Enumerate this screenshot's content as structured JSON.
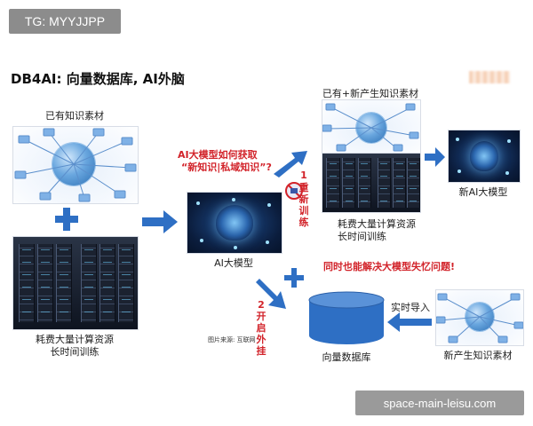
{
  "watermarks": {
    "top": "TG: MYYJJPP",
    "bottom": "space-main-leisu.com"
  },
  "title": "DB4AI: 向量数据库, AI外脑",
  "left": {
    "top_label": "已有知识素材",
    "bottom_label_line1": "耗费大量计算资源",
    "bottom_label_line2": "长时间训练"
  },
  "center": {
    "question_line1": "AI大模型如何获取",
    "question_line2": "“新知识|私域知识”?",
    "model_label": "AI大模型",
    "image_source": "图片来源: 互联网"
  },
  "branch1": {
    "number": "1",
    "chars": [
      "重",
      "新",
      "训",
      "练"
    ],
    "top_label": "已有+新产生知识素材",
    "servers_line1": "耗费大量计算资源",
    "servers_line2": "长时间训练",
    "result_label": "新AI大模型"
  },
  "branch2": {
    "number": "2",
    "chars": [
      "开",
      "启",
      "外",
      "挂"
    ],
    "memory_note": "同时也能解决大模型失忆问题!",
    "db_label": "向量数据库",
    "import_label": "实时导入",
    "new_knowledge_label": "新产生知识素材"
  },
  "colors": {
    "arrow": "#2e6fc4",
    "plus": "#2e6fc4",
    "accent_red": "#d2232a",
    "db": "#2e6fc4"
  }
}
